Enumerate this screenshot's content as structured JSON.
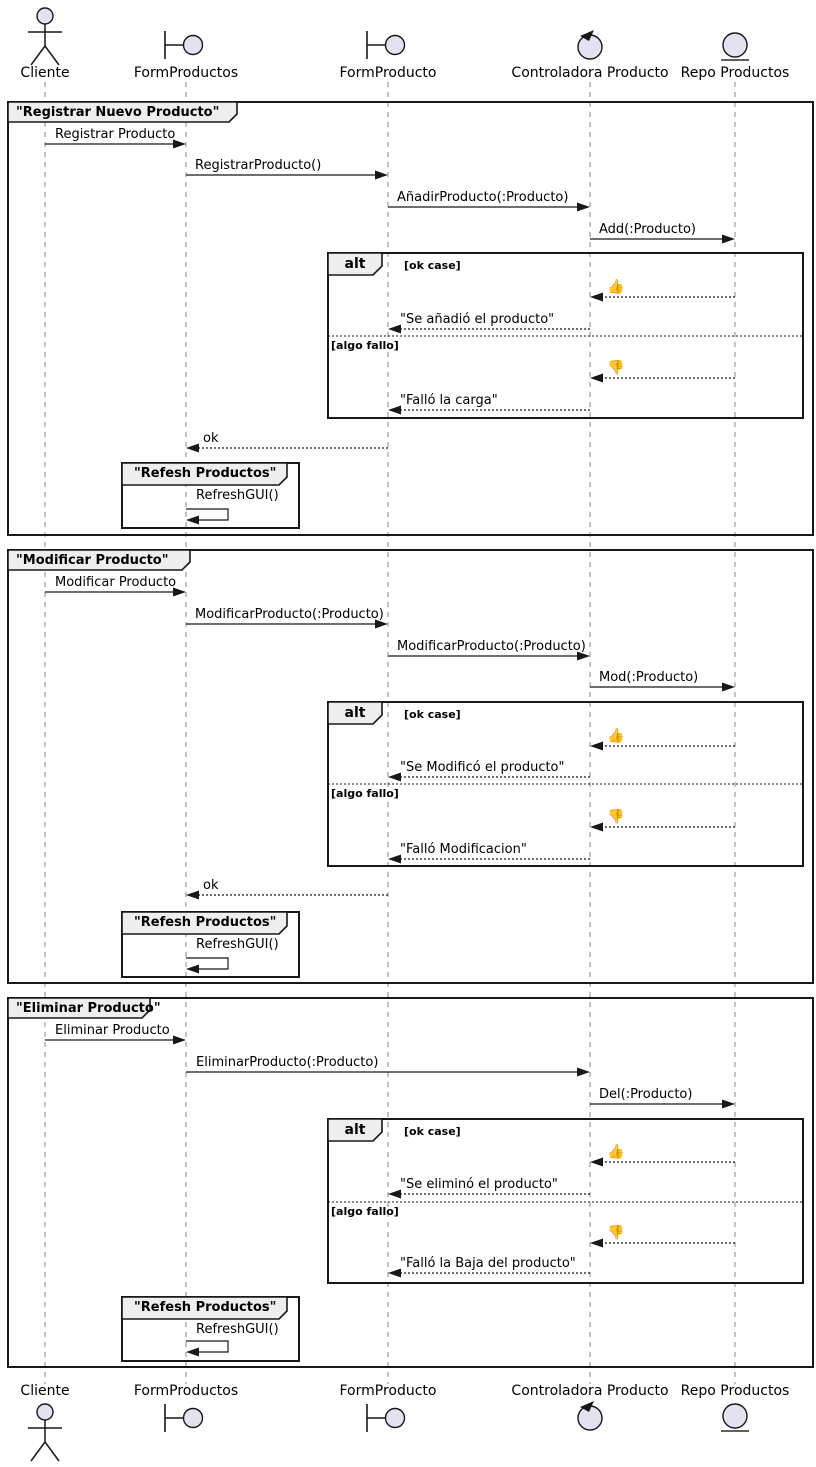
{
  "diagram_type": "uml-sequence",
  "colors": {
    "participant_fill": "#E2E2F0",
    "tab_fill": "#EEEEEE",
    "stroke": "#181818",
    "lifeline": "#888888",
    "background": "#FFFFFF"
  },
  "participants": [
    {
      "name": "Cliente",
      "kind": "actor"
    },
    {
      "name": "FormProductos",
      "kind": "boundary"
    },
    {
      "name": "FormProducto",
      "kind": "boundary"
    },
    {
      "name": "Controladora Producto",
      "kind": "control"
    },
    {
      "name": "Repo Productos",
      "kind": "entity"
    }
  ],
  "frames": [
    {
      "title": "\"Registrar Nuevo Producto\"",
      "messages": {
        "m1": "Registrar Producto",
        "m2": "RegistrarProducto()",
        "m3": "AñadirProducto(:Producto)",
        "m4": "Add(:Producto)"
      },
      "alt": {
        "label": "alt",
        "ok_guard": "[ok case]",
        "ok_emoji": "👍",
        "ok_reply": "\"Se añadió el producto\"",
        "fail_guard": "[algo fallo]",
        "fail_emoji": "👎",
        "fail_reply": "\"Falló la carga\""
      },
      "ok_return": "ok",
      "group": {
        "title": "\"Refesh Productos\"",
        "message": "RefreshGUI()"
      }
    },
    {
      "title": "\"Modificar Producto\"",
      "messages": {
        "m1": "Modificar Producto",
        "m2": "ModificarProducto(:Producto)",
        "m3": "ModificarProducto(:Producto)",
        "m4": "Mod(:Producto)"
      },
      "alt": {
        "label": "alt",
        "ok_guard": "[ok case]",
        "ok_emoji": "👍",
        "ok_reply": "\"Se Modificó el producto\"",
        "fail_guard": "[algo fallo]",
        "fail_emoji": "👎",
        "fail_reply": "\"Falló Modificacion\""
      },
      "ok_return": "ok",
      "group": {
        "title": "\"Refesh Productos\"",
        "message": "RefreshGUI()"
      }
    },
    {
      "title": "\"Eliminar Producto\"",
      "messages": {
        "m1": "Eliminar Producto",
        "m2": "EliminarProducto(:Producto)",
        "m3": "Del(:Producto)"
      },
      "alt": {
        "label": "alt",
        "ok_guard": "[ok case]",
        "ok_emoji": "👍",
        "ok_reply": "\"Se eliminó el producto\"",
        "fail_guard": "[algo fallo]",
        "fail_emoji": "👎",
        "fail_reply": "\"Falló la Baja del producto\""
      },
      "group": {
        "title": "\"Refesh Productos\"",
        "message": "RefreshGUI()"
      }
    }
  ]
}
